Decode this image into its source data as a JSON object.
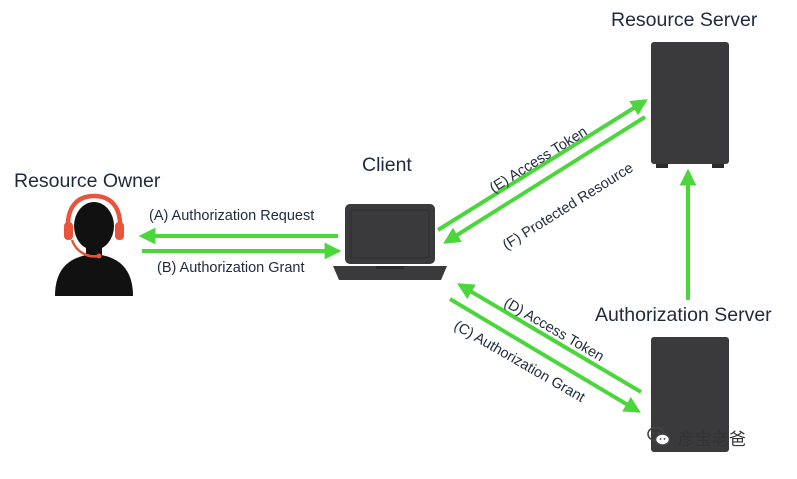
{
  "nodes": {
    "resource_owner": "Resource Owner",
    "client": "Client",
    "resource_server": "Resource Server",
    "authorization_server": "Authorization Server"
  },
  "flows": {
    "a": "(A) Authorization Request",
    "b": "(B) Authorization Grant",
    "c": "(C) Authorization Grant",
    "d": "(D) Access Token",
    "e": "(E) Access Token",
    "f": "(F) Protected Resource"
  },
  "watermark": {
    "text": "彦宝老爸",
    "icon": "wechat-icon"
  },
  "colors": {
    "arrow": "#4bd63c",
    "device": "#3a3a3c",
    "headset": "#e8553a",
    "text": "#1f2a3d"
  }
}
